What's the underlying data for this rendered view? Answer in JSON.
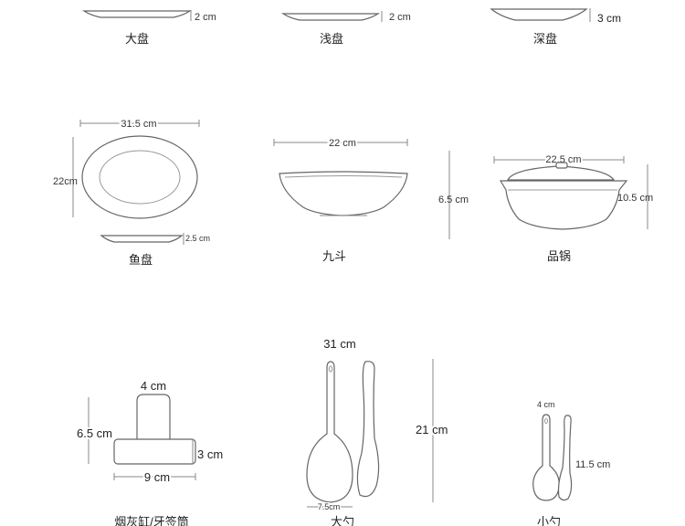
{
  "items": {
    "large_plate": {
      "name": "大盘",
      "height": "2 cm"
    },
    "shallow_plate": {
      "name": "浅盘",
      "height": "2 cm"
    },
    "deep_plate": {
      "name": "深盘",
      "height": "3 cm"
    },
    "fish_plate": {
      "name": "鱼盘",
      "width": "31.5 cm",
      "depth": "22cm",
      "height": "2.5 cm"
    },
    "bowl": {
      "name": "九斗",
      "width": "22 cm",
      "height": "6.5 cm"
    },
    "pot": {
      "name": "品锅",
      "width": "22.5 cm",
      "height": "10.5 cm"
    },
    "ashtray": {
      "name": "烟灰缸/牙签筒",
      "top_width": "4 cm",
      "holder_height": "6.5 cm",
      "base_height": "3 cm",
      "base_width": "9 cm"
    },
    "big_spoon": {
      "name": "大勺",
      "length": "31 cm",
      "height": "21 cm",
      "bowl_width": "7.5cm"
    },
    "small_spoon": {
      "name": "小勺",
      "width": "4 cm",
      "length": "11.5 cm"
    }
  }
}
